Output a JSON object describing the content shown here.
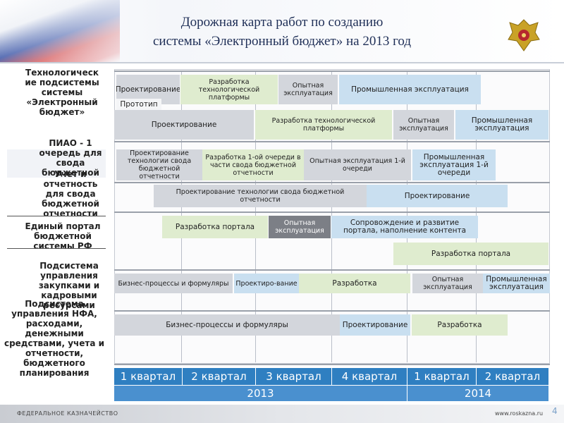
{
  "title": {
    "line1": "Дорожная карта работ по созданию",
    "line2": "системы «Электронный бюджет» на 2013 год"
  },
  "labels": [
    "Технологическ ие подсистемы системы «Электронный бюджет»",
    "ПИАО - 1 очередь для свода бюджетной",
    "Учет и отчетность для свода бюджетной отчетности",
    "Единый портал бюджетной системы РФ",
    "Подсистема управления закупками и кадровыми ресурсами",
    "Подсистема управления НФА, расходами, денежными средствами, учета и отчетности, бюджетного планирования"
  ],
  "bars": {
    "r1a1": "Проектирование",
    "r1a2": "Разработка технологической платформы",
    "r1a3": "Опытная эксплуатация",
    "r1a4": "Промышленная эксплуатация",
    "r1b0": "Прототип системы",
    "r1b1": "Проектирование",
    "r1b2": "Разработка технологической платформы",
    "r1b3": "Опытная эксплуатация",
    "r1b4": "Промышленная эксплуатация",
    "r2a1": "Проектирование технологии свода бюджетной отчетности",
    "r2a2": "Разработка 1-ой очереди в части свода бюджетной отчетности",
    "r2a3": "Опытная эксплуатация 1-й очереди",
    "r2a4": "Промышленная эксплуатация 1-й очереди",
    "r2b1": "Проектирование технологии свода бюджетной отчетности",
    "r2b2": "Проектирование",
    "r3a1": "Разработка портала",
    "r3a2": "Опытная эксплуатация",
    "r3a3": "Сопровождение и развитие портала, наполнение контента",
    "r3b1": "Разработка портала",
    "r4a1": "Бизнес-процессы и формуляры",
    "r4a2": "Проектиро-вание",
    "r4a3": "Разработка",
    "r4a4": "Опытная эксплуатация",
    "r4a5": "Промышленная эксплуатация",
    "r5a1": "Бизнес-процессы и формуляры",
    "r5a2": "Проектирование",
    "r5a3": "Разработка"
  },
  "quarters": [
    "1 квартал",
    "2 квартал",
    "3 квартал",
    "4 квартал",
    "1 квартал",
    "2 квартал"
  ],
  "years": [
    "2013",
    "2014"
  ],
  "footer": {
    "left": "ФЕДЕРАЛЬНОЕ КАЗНАЧЕЙСТВО",
    "right": "www.roskazna.ru",
    "page": "4"
  }
}
